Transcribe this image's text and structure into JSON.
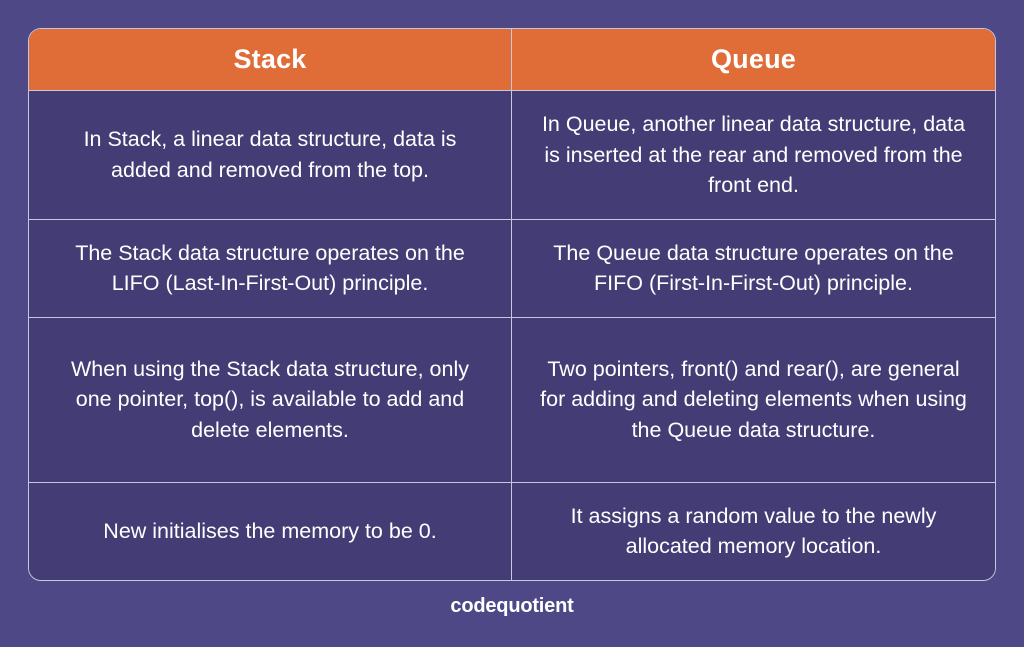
{
  "theme": {
    "background_color": "#4e4887",
    "cell_color": "#443d75",
    "header_accent_color": "#e06c38",
    "border_color": "#c9c7dd",
    "text_color": "#ffffff"
  },
  "table": {
    "headers": [
      {
        "label": "Stack"
      },
      {
        "label": "Queue"
      }
    ],
    "rows": [
      {
        "stack": "In Stack, a linear data structure, data is added and removed from the top.",
        "queue": "In Queue, another linear data structure, data is inserted at the rear and removed from the front end."
      },
      {
        "stack": "The Stack data structure operates on the LIFO (Last-In-First-Out) principle.",
        "queue": "The Queue data structure operates on the FIFO (First-In-First-Out) principle."
      },
      {
        "stack": "When using the Stack data structure, only one pointer, top(), is available to add and delete elements.",
        "queue": "Two pointers, front() and rear(), are general for adding and deleting elements when using the Queue data structure."
      },
      {
        "stack": "New initialises the memory to be 0.",
        "queue": "It assigns a random value to the newly allocated memory location."
      }
    ]
  },
  "footer": {
    "brand": "codequotient"
  }
}
